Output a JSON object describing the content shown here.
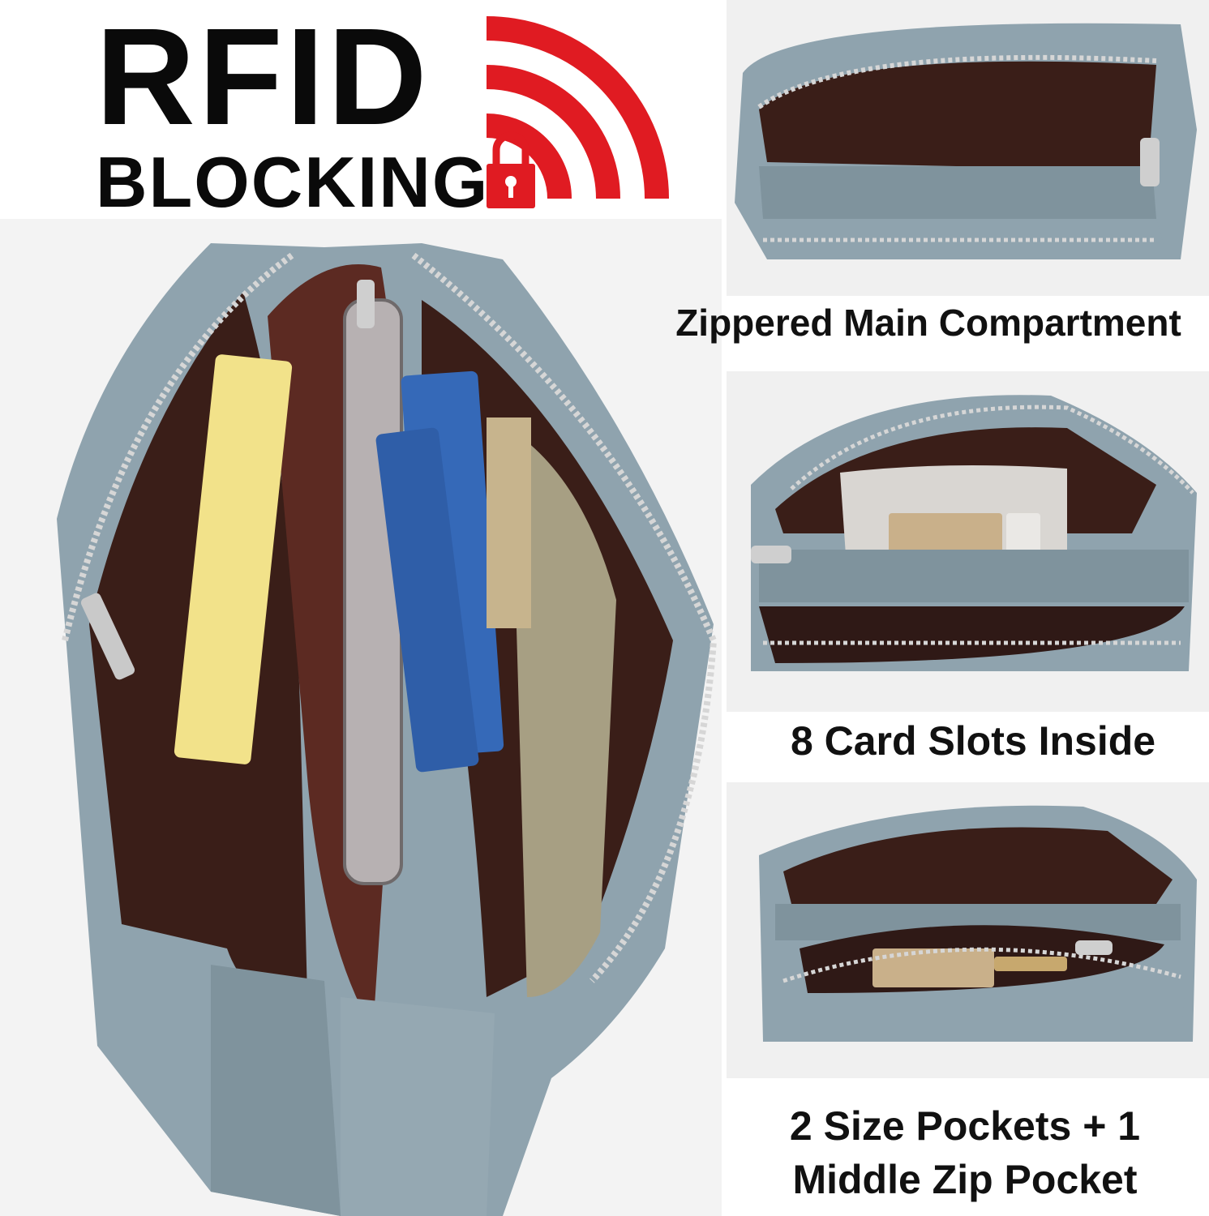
{
  "heading": {
    "line1": "RFID",
    "line2": "BLOCKING"
  },
  "icons": {
    "signal": "rfid-signal-lock-icon"
  },
  "colors": {
    "accent_red": "#e01b22",
    "leather_blue": "#8fa3ae",
    "lining_brown": "#3a1e18"
  },
  "captions": {
    "main": "Zippered Main Compartment",
    "cards": "8 Card Slots Inside",
    "pockets_line1": "2 Size Pockets + 1",
    "pockets_line2": "Middle Zip Pocket"
  }
}
